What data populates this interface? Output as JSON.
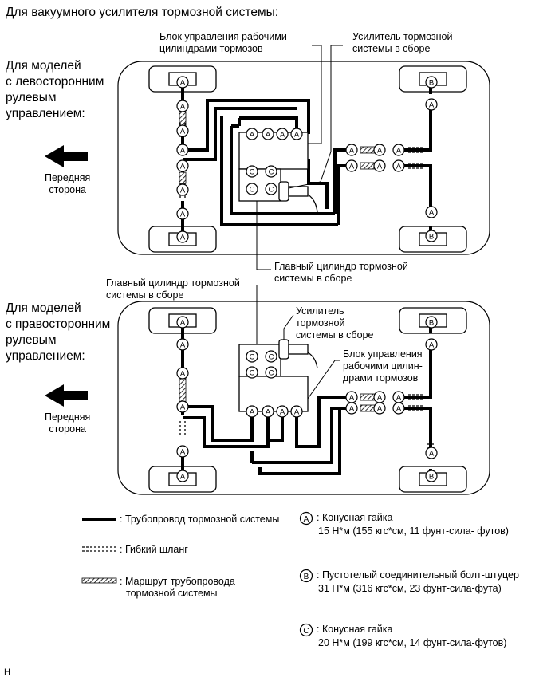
{
  "header": "Для вакуумного усилителя тормозной системы:",
  "lhd": {
    "model_label": [
      "Для моделей",
      "с левосторонним",
      "рулевым",
      "управлением:"
    ],
    "front_label": [
      "Передняя",
      "сторона"
    ],
    "callout_block": [
      "Блок управления рабочими",
      "цилиндрами тормозов"
    ],
    "callout_booster": [
      "Усилитель тормозной",
      "системы в сборе"
    ],
    "callout_master": [
      "Главный цилиндр тормозной",
      "системы в сборе"
    ]
  },
  "rhd": {
    "model_label": [
      "Для моделей",
      "с правосторонним",
      "рулевым",
      "управлением:"
    ],
    "front_label": [
      "Передняя",
      "сторона"
    ],
    "callout_master": [
      "Главный цилиндр тормозной",
      "системы в сборе"
    ],
    "callout_booster": [
      "Усилитель",
      "тормозной",
      "системы в сборе"
    ],
    "callout_block": [
      "Блок управления",
      "рабочими цилин-",
      "драми тормозов"
    ]
  },
  "legend": {
    "brake_line": ": Трубопровод тормозной системы",
    "flex_hose": ": Гибкий шланг",
    "route": [
      ": Маршрут трубопровода",
      "тормозной системы"
    ],
    "a": {
      "letter": "A",
      "title": ": Конусная гайка",
      "torque": "15 Н*м (155 кгс*см, 11 фунт-сила- футов)"
    },
    "b": {
      "letter": "B",
      "title": ": Пустотелый соединительный болт-штуцер",
      "torque": "31 Н*м (316 кгс*см, 23 фунт-сила-фута)"
    },
    "c": {
      "letter": "C",
      "title": ": Конусная гайка",
      "torque": "20 Н*м (199 кгс*см, 14 фунт-сила-футов)"
    }
  },
  "footer_mark": "H"
}
